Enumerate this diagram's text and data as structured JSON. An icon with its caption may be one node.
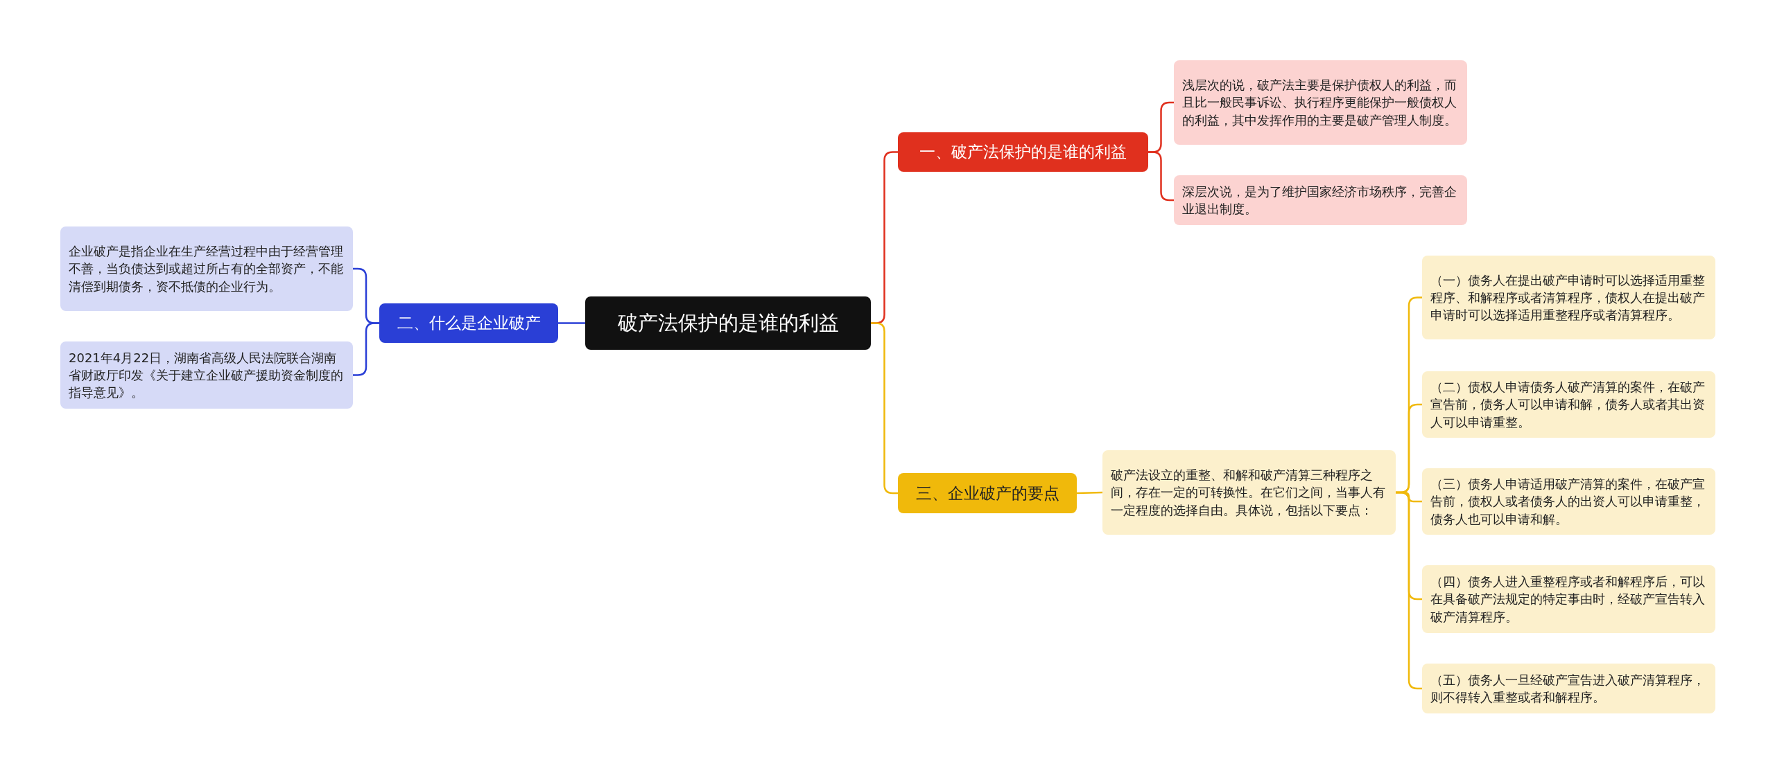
{
  "diagram": {
    "nodes": [
      {
        "text": [
          "破产法保护的是谁的利益"
        ]
      },
      {
        "text": [
          "一、破产法保护的是谁的利益"
        ]
      },
      {
        "text": [
          "浅层次的说，破产法主要是保护债权人的利益，而且比一般民事诉讼、执行程序更能保护一般债权人的利益，其中发挥作用的主要是破产管理人制度。"
        ]
      },
      {
        "text": [
          "深层次说，是为了维护国家经济市场秩序，完善企业退出制度。"
        ]
      },
      {
        "text": [
          "二、什么是企业破产"
        ]
      },
      {
        "text": [
          "企业破产是指企业在生产经营过程中由于经营管理不善，当负债达到或超过所占有的全部资产，不能清偿到期债务，资不抵债的企业行为。"
        ]
      },
      {
        "text": [
          "2021年4月22日，湖南省高级人民法院联合湖南省财政厅印发《关于建立企业破产援助资金制度的指导意见》。"
        ]
      },
      {
        "text": [
          "三、企业破产的要点"
        ]
      },
      {
        "text": [
          "破产法设立的重整、和解和破产清算三种程序之间，存在一定的可转换性。在它们之间，当事人有一定程度的选择自由。具体说，包括以下要点："
        ]
      },
      {
        "text": [
          "（一）债务人在提出破产申请时可以选择适用重整程序、和解程序或者清算程序，债权人在提出破产申请时可以选择适用重整程序或者清算程序。"
        ]
      },
      {
        "text": [
          "（二）债权人申请债务人破产清算的案件，在破产宣告前，债务人可以申请和解，债务人或者其出资人可以申请重整。"
        ]
      },
      {
        "text": [
          "（三）债务人申请适用破产清算的案件，在破产宣告前，债权人或者债务人的出资人可以申请重整，债务人也可以申请和解。"
        ]
      },
      {
        "text": [
          "（四）债务人进入重整程序或者和解程序后，可以在具备破产法规定的特定事由时，经破产宣告转入破产清算程序。"
        ]
      },
      {
        "text": [
          "（五）债务人一旦经破产宣告进入破产清算程序，则不得转入重整或者和解程序。"
        ]
      }
    ],
    "edges": [
      {
        "from": 0,
        "to": 1,
        "arrow": "none",
        "color": "#e0301e"
      },
      {
        "from": 1,
        "to": 2,
        "arrow": "none",
        "color": "#e0301e"
      },
      {
        "from": 1,
        "to": 3,
        "arrow": "none",
        "color": "#e0301e"
      },
      {
        "from": 0,
        "to": 4,
        "arrow": "none",
        "color": "#2a3fd6"
      },
      {
        "from": 4,
        "to": 5,
        "arrow": "none",
        "color": "#2a3fd6"
      },
      {
        "from": 4,
        "to": 6,
        "arrow": "none",
        "color": "#2a3fd6"
      },
      {
        "from": 0,
        "to": 7,
        "arrow": "none"
      },
      {
        "from": 7,
        "to": 8,
        "arrow": "none"
      },
      {
        "from": 8,
        "to": 9,
        "arrow": "none"
      },
      {
        "from": 8,
        "to": 10,
        "arrow": "none"
      },
      {
        "from": 8,
        "to": 11,
        "arrow": "none"
      },
      {
        "from": 8,
        "to": 12,
        "arrow": "none"
      },
      {
        "from": 8,
        "to": 13,
        "arrow": "none"
      }
    ]
  }
}
